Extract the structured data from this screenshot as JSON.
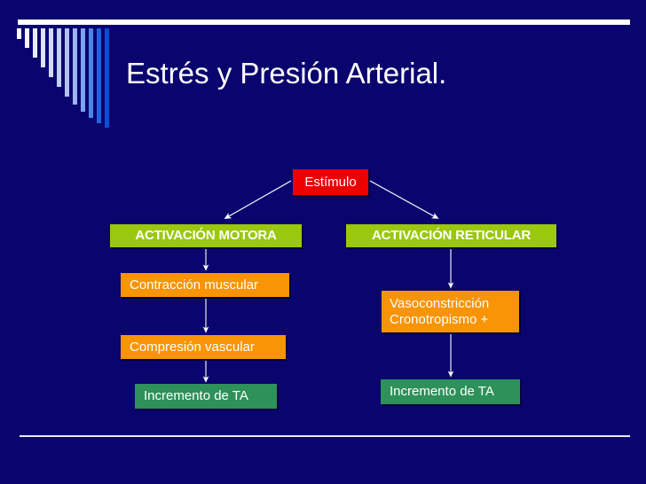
{
  "slide": {
    "title": "Estrés y Presión Arterial.",
    "background_color": "#0a046e",
    "title_color": "#ffffff",
    "rule_color": "#ffffff"
  },
  "decoration": {
    "name": "gradient-bar-fan",
    "bar_count": 12,
    "colors": [
      "#ffffff",
      "#f4f6fd",
      "#e9edfb",
      "#dde4f9",
      "#d0daf7",
      "#c2d0f5",
      "#b0c4f3",
      "#9ab5f1",
      "#7ea4ef",
      "#4a86e8",
      "#1f63de",
      "#0b4ed6"
    ],
    "heights": [
      12,
      22,
      33,
      44,
      55,
      66,
      77,
      86,
      94,
      101,
      107,
      112
    ]
  },
  "diagram": {
    "type": "flowchart",
    "nodes": {
      "stimulus": {
        "label": "Estímulo",
        "color": "#ee0000",
        "text_color": "#ffffff"
      },
      "motor_activation": {
        "label": "ACTIVACIÓN MOTORA",
        "color": "#9ac70f",
        "text_color": "#ffffff"
      },
      "reticular_activation": {
        "label": "ACTIVACIÓN RETICULAR",
        "color": "#9ac70f",
        "text_color": "#ffffff"
      },
      "muscle_contraction": {
        "label": "Contracción muscular",
        "color": "#f89406",
        "text_color": "#ffffff"
      },
      "vascular_compression": {
        "label": "Compresión vascular",
        "color": "#f89406",
        "text_color": "#ffffff"
      },
      "ta_increase_left": {
        "label": "Incremento de TA",
        "color": "#2e9159",
        "text_color": "#ffffff"
      },
      "vasoconstriction": {
        "line1": "Vasoconstricción",
        "line2": "Cronotropismo +",
        "color": "#f89406",
        "text_color": "#ffffff"
      },
      "ta_increase_right": {
        "label": "Incremento de TA",
        "color": "#2e9159",
        "text_color": "#ffffff"
      }
    },
    "arrow_color": "#ffffff"
  }
}
